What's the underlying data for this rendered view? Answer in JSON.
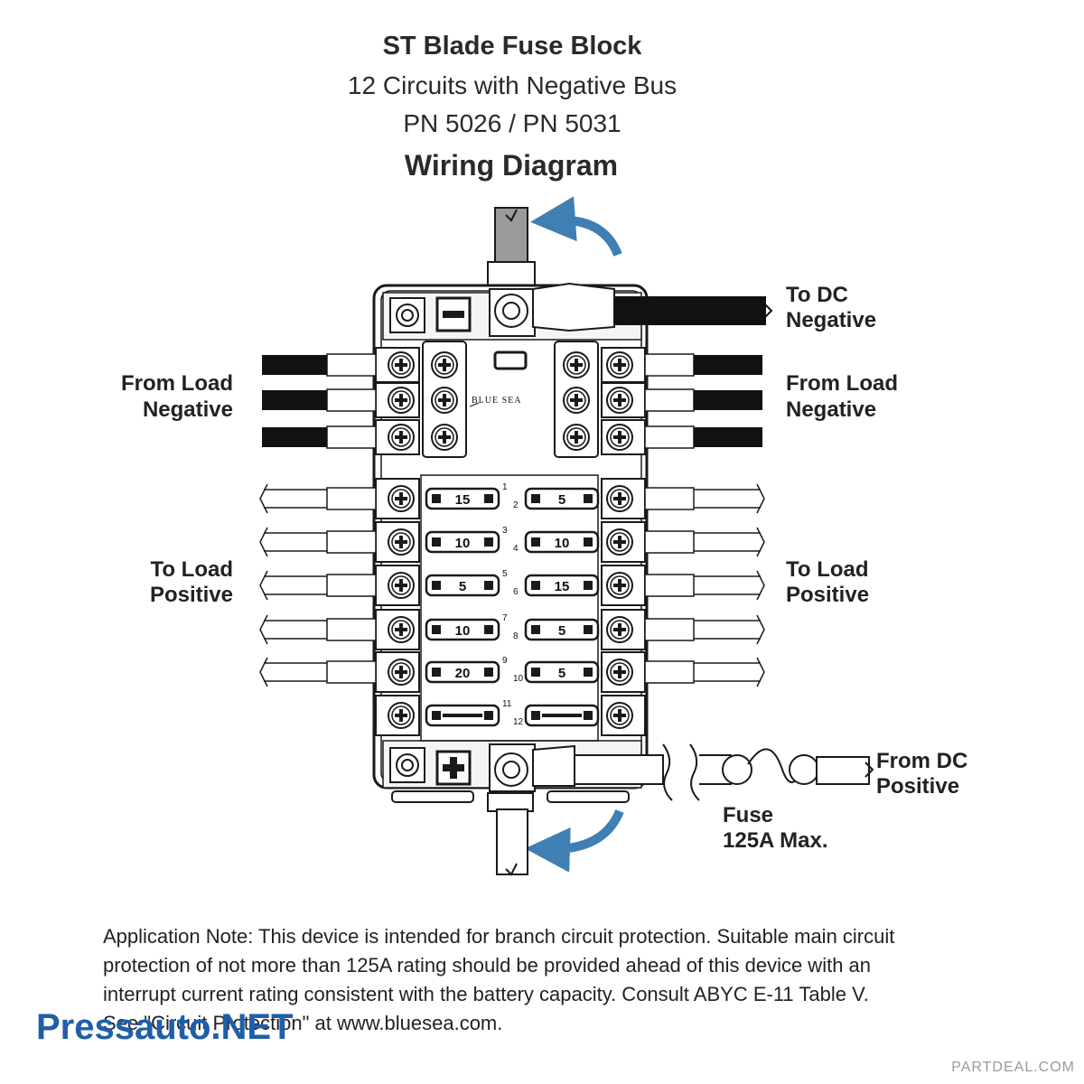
{
  "title": "ST Blade Fuse Block",
  "subtitle": "12 Circuits with Negative Bus",
  "part_numbers": "PN 5026 / PN 5031",
  "heading": "Wiring Diagram",
  "brand": "BLUE SEA",
  "labels": {
    "to_dc_negative": [
      "To DC",
      "Negative"
    ],
    "from_load_negative_left": [
      "From Load",
      "Negative"
    ],
    "from_load_negative_right": [
      "From Load",
      "Negative"
    ],
    "to_load_positive_left": [
      "To Load",
      "Positive"
    ],
    "to_load_positive_right": [
      "To Load",
      "Positive"
    ],
    "from_dc_positive": [
      "From DC",
      "Positive"
    ],
    "fuse": [
      "Fuse",
      "125A Max."
    ]
  },
  "fuses": [
    {
      "index": "1",
      "rating": "15"
    },
    {
      "index": "2",
      "rating": "5"
    },
    {
      "index": "3",
      "rating": "10"
    },
    {
      "index": "4",
      "rating": "10"
    },
    {
      "index": "5",
      "rating": "5"
    },
    {
      "index": "6",
      "rating": "15"
    },
    {
      "index": "7",
      "rating": "10"
    },
    {
      "index": "8",
      "rating": "5"
    },
    {
      "index": "9",
      "rating": "20"
    },
    {
      "index": "10",
      "rating": "5"
    },
    {
      "index": "11",
      "rating": ""
    },
    {
      "index": "12",
      "rating": ""
    }
  ],
  "application_note": [
    "Application Note:  This device is intended for branch circuit protection. Suitable main circuit",
    "protection of not more than 125A rating should be provided ahead of this device with an",
    "interrupt current rating consistent with the battery capacity. Consult ABYC E-11 Table V.",
    "See \"Circuit Protection\" at www.bluesea.com."
  ],
  "watermark": "Pressauto.NET",
  "watermark_corner": "PARTDEAL.COM",
  "colors": {
    "arrow": "#3f7fb4",
    "wire_black": "#111111",
    "outline": "#1a1a1a"
  }
}
